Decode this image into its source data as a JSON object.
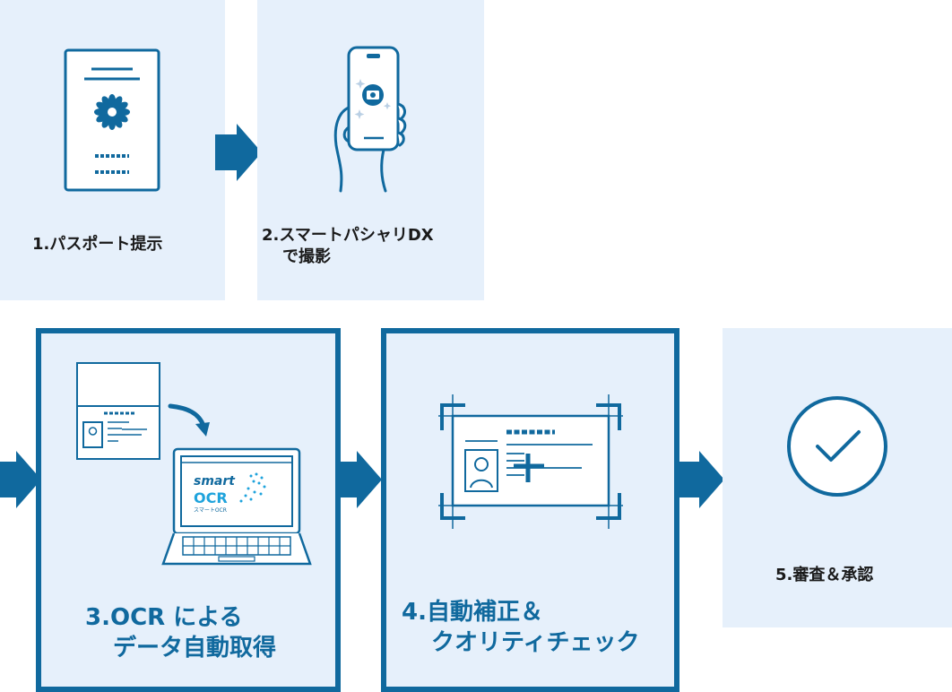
{
  "colors": {
    "panel_bg": "#e6f0fb",
    "accent": "#10699e",
    "text": "#1a1a1a"
  },
  "steps": [
    {
      "id": 1,
      "line1": "1.パスポート提示",
      "line2": "",
      "icon": "passport-icon",
      "highlighted": false
    },
    {
      "id": 2,
      "line1": "2.スマートパシャリDX",
      "line2": "で撮影",
      "icon": "smartphone-camera-icon",
      "highlighted": false
    },
    {
      "id": 3,
      "line1": "3.OCR による",
      "line2": "データ自動取得",
      "icon": "laptop-ocr-icon",
      "highlighted": true
    },
    {
      "id": 4,
      "line1": "4.自動補正＆",
      "line2": "クオリティチェック",
      "icon": "id-card-scan-icon",
      "highlighted": true
    },
    {
      "id": 5,
      "line1": "5.審査＆承認",
      "line2": "",
      "icon": "checkmark-circle-icon",
      "highlighted": false
    }
  ],
  "laptop_logo": {
    "word1": "smart",
    "word2": "OCR",
    "sub": "スマートOCR"
  }
}
